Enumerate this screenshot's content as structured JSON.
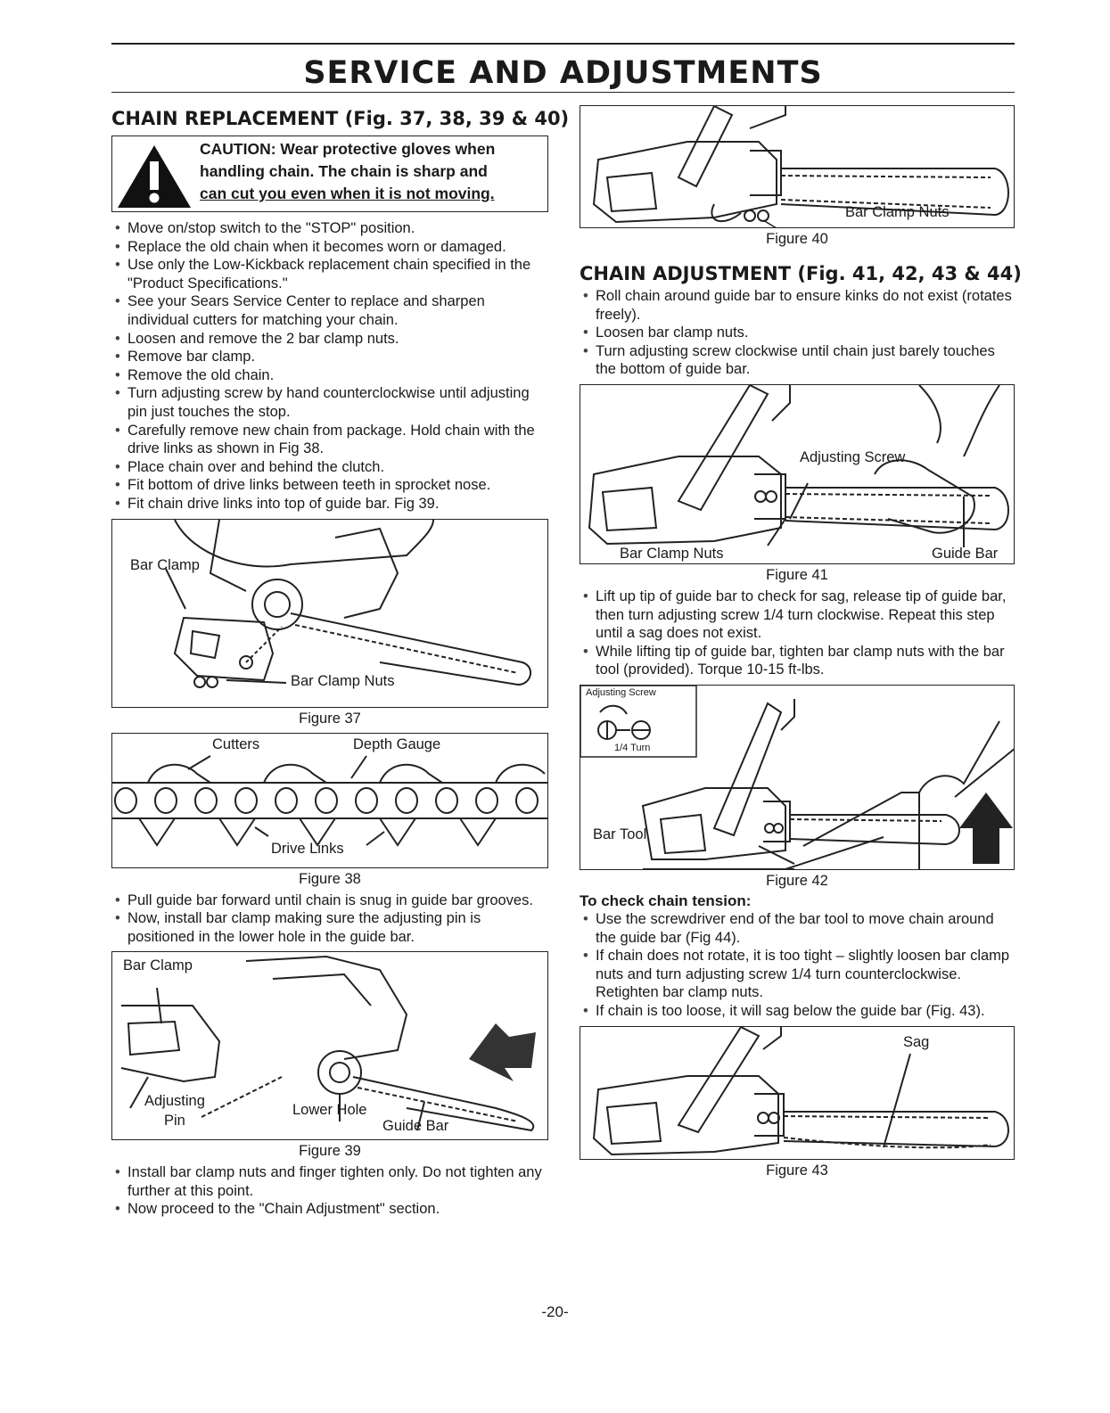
{
  "page": {
    "title": "SERVICE AND ADJUSTMENTS",
    "page_number": "-20-"
  },
  "chain_replacement": {
    "heading": "CHAIN REPLACEMENT (Fig. 37, 38, 39 & 40)",
    "caution": [
      "CAUTION: Wear protective gloves when",
      "handling chain. The chain is sharp and",
      "can cut you even when it is not moving."
    ],
    "steps_1": [
      "Move on/stop switch to the \"STOP\" position.",
      "Replace the old chain when it becomes worn or damaged.",
      "Use only the Low-Kickback replacement chain specified in the \"Product Specifications.\"",
      "See your Sears Service Center to replace and sharpen individual cutters for matching your chain.",
      "Loosen and remove the 2 bar clamp nuts.",
      "Remove bar clamp.",
      "Remove the old chain.",
      "Turn adjusting screw by hand counterclockwise until adjusting pin just touches the stop.",
      "Carefully remove new chain from package. Hold chain with the drive links as shown in Fig 38.",
      "Place chain over and behind the clutch.",
      "Fit bottom of drive links between teeth in sprocket nose.",
      "Fit chain drive links into top of guide bar. Fig 39."
    ],
    "figure_37": {
      "caption": "Figure 37",
      "label_bar_clamp": "Bar Clamp",
      "label_nuts": "Bar Clamp Nuts"
    },
    "figure_38": {
      "caption": "Figure 38",
      "label_cutters": "Cutters",
      "label_depth": "Depth Gauge",
      "label_links": "Drive Links"
    },
    "steps_2": [
      "Pull guide bar forward until chain is snug in guide bar grooves.",
      "Now, install bar clamp making sure the adjusting pin is positioned in the lower hole in the guide bar."
    ],
    "figure_39": {
      "caption": "Figure 39",
      "label_bar_clamp": "Bar Clamp",
      "label_adjusting": "Adjusting",
      "label_pin": "Pin",
      "label_lower_hole": "Lower Hole",
      "label_guide_bar": "Guide Bar"
    },
    "steps_3": [
      "Install bar clamp nuts and finger tighten only. Do not tighten any further at this point.",
      "Now proceed to the \"Chain Adjustment\" section."
    ]
  },
  "right_column": {
    "figure_40": {
      "caption": "Figure 40",
      "label_nuts": "Bar Clamp Nuts"
    },
    "chain_adjustment": {
      "heading": "CHAIN ADJUSTMENT (Fig. 41, 42, 43 & 44)",
      "steps_1": [
        "Roll chain around guide bar to ensure kinks do not exist (rotates freely).",
        "Loosen bar clamp nuts.",
        "Turn adjusting screw clockwise until chain just barely touches the bottom of guide bar."
      ]
    },
    "figure_41": {
      "caption": "Figure 41",
      "label_screw": "Adjusting Screw",
      "label_nuts": "Bar Clamp Nuts",
      "label_guide_bar": "Guide Bar"
    },
    "steps_2": [
      "Lift up tip of guide bar to check for sag, release tip of guide bar, then turn adjusting screw 1/4 turn clockwise. Repeat this step until a sag does not exist.",
      "While lifting tip of guide bar, tighten bar clamp nuts with the bar tool (provided). Torque 10-15 ft-lbs."
    ],
    "figure_42": {
      "caption": "Figure 42",
      "label_screw": "Adjusting Screw",
      "label_turn": "1/4 Turn",
      "label_tool": "Bar Tool"
    },
    "tension": {
      "heading": "To check chain tension:",
      "steps": [
        "Use the screwdriver end of the bar tool to move chain around the guide bar (Fig 44).",
        "If chain does not rotate, it is too tight – slightly loosen bar clamp nuts and turn adjusting screw 1/4 turn counterclockwise. Retighten bar clamp nuts.",
        "If chain is too loose, it will sag below the guide bar (Fig. 43)."
      ]
    },
    "figure_43": {
      "caption": "Figure 43",
      "label_sag": "Sag"
    }
  }
}
